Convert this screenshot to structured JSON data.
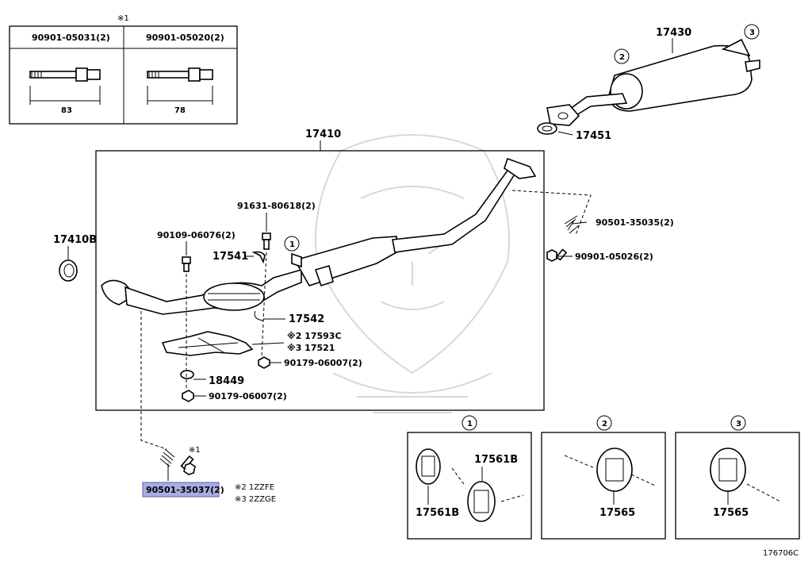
{
  "diagram": {
    "code": "176706C",
    "note_mark_1": "※1",
    "notes": [
      "※2 1ZZFE",
      "※3 2ZZGE"
    ],
    "detail_table": {
      "note_mark": "※1",
      "columns": [
        {
          "part": "90901-05031(2)",
          "length": "83"
        },
        {
          "part": "90901-05020(2)",
          "length": "78"
        }
      ]
    },
    "parts": {
      "p17430": "17430",
      "p17451": "17451",
      "p17410": "17410",
      "p17410b": "17410B",
      "p91631": "91631-80618(2)",
      "p90109": "90109-06076(2)",
      "p17541": "17541",
      "p17542": "17542",
      "p17593c": "※2 17593C",
      "p17521": "※3 17521",
      "p90179a": "90179-06007(2)",
      "p18449": "18449",
      "p90179b": "90179-06007(2)",
      "p90501a": "90501-35035(2)",
      "p90901": "90901-05026(2)",
      "p90501b": "90501-35037(2)"
    },
    "circles": [
      "1",
      "2",
      "3"
    ],
    "insets": [
      {
        "circle": "1",
        "labels": [
          "17561B",
          "17561B"
        ]
      },
      {
        "circle": "2",
        "labels": [
          "17565"
        ]
      },
      {
        "circle": "3",
        "labels": [
          "17565"
        ]
      }
    ]
  }
}
